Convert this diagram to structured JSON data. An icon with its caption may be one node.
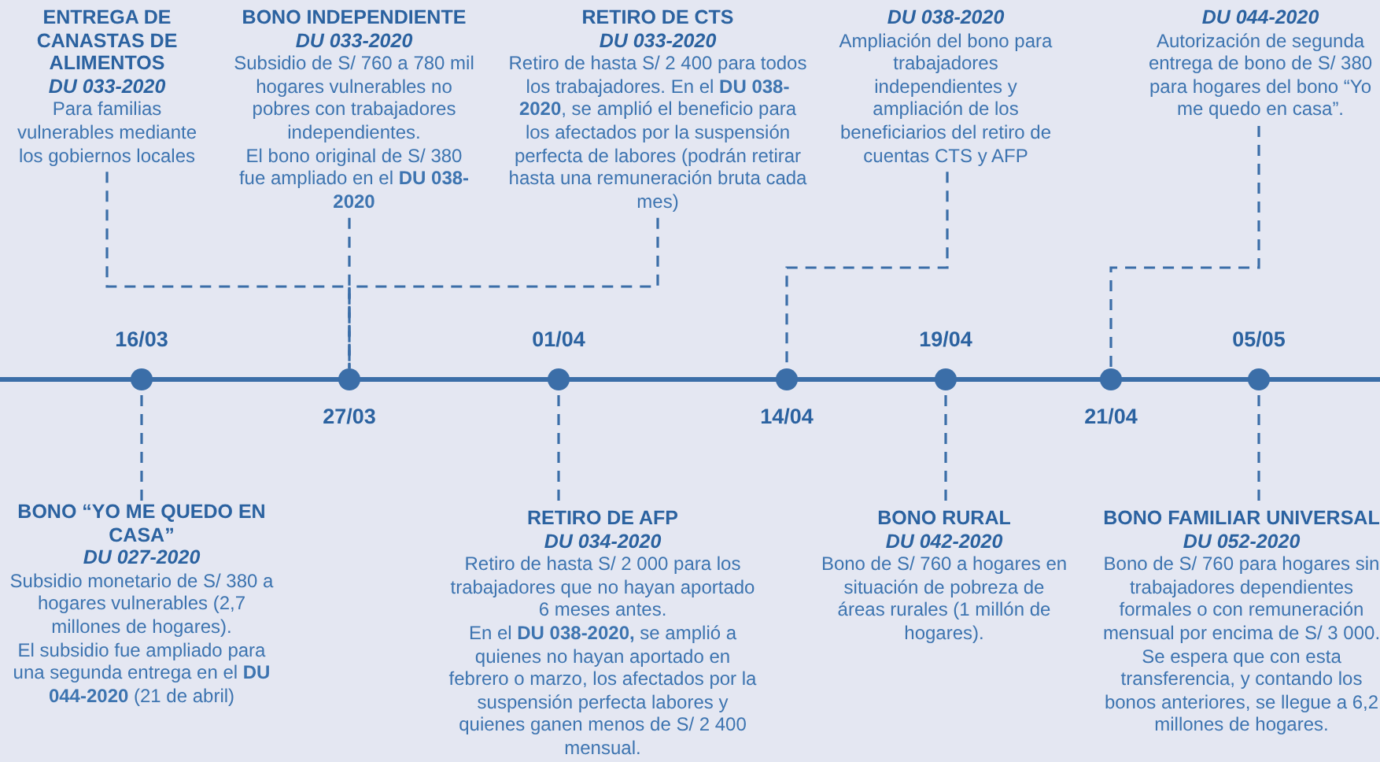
{
  "diagram": {
    "nodes": [
      {
        "text": [
          "ENTREGA DE CANASTAS DE ALIMENTOS",
          "DU 033-2020",
          "Para familias vulnerables mediante los gobiernos locales"
        ]
      },
      {
        "text": [
          "BONO INDEPENDIENTE",
          "DU 033-2020",
          "Subsidio de S/ 760 a 780 mil hogares vulnerables no pobres con trabajadores independientes.",
          "El bono original de S/ 380 fue ampliado en el **DU 038-2020**"
        ]
      },
      {
        "text": [
          "RETIRO DE CTS",
          "DU 033-2020",
          "Retiro de hasta S/ 2 400 para todos los trabajadores. En el **DU 038-2020**, se amplió el beneficio para los afectados por la suspensión perfecta de labores (podrán retirar hasta una remuneración bruta cada mes)"
        ]
      },
      {
        "text": [
          "DU 038-2020",
          "Ampliación del bono para trabajadores independientes y ampliación de los beneficiarios del retiro de cuentas CTS y AFP"
        ]
      },
      {
        "text": [
          "DU 044-2020",
          "Autorización de segunda entrega de bono de S/ 380 para hogares del bono “Yo me quedo en casa”."
        ]
      },
      {
        "text": [],
        "shape": "circle",
        "beside": [
          "16/03"
        ]
      },
      {
        "text": [],
        "shape": "circle",
        "beside": [
          "27/03"
        ]
      },
      {
        "text": [],
        "shape": "circle",
        "beside": [
          "01/04"
        ]
      },
      {
        "text": [],
        "shape": "circle",
        "beside": [
          "14/04"
        ]
      },
      {
        "text": [],
        "shape": "circle",
        "beside": [
          "19/04"
        ]
      },
      {
        "text": [],
        "shape": "circle",
        "beside": [
          "21/04"
        ]
      },
      {
        "text": [],
        "shape": "circle",
        "beside": [
          "05/05"
        ]
      },
      {
        "text": [
          "BONO “YO ME QUEDO EN CASA”",
          "DU 027-2020",
          "Subsidio monetario de S/ 380 a hogares vulnerables (2,7 millones de hogares).",
          "El subsidio fue ampliado para una segunda entrega en el **DU 044-2020** (21 de abril)"
        ]
      },
      {
        "text": [
          "RETIRO DE AFP",
          "DU 034-2020",
          "Retiro de hasta S/ 2 000 para los trabajadores que no hayan aportado 6 meses antes.",
          "En el **DU 038-2020,** se amplió a quienes no hayan aportado en febrero o marzo, los afectados por la suspensión perfecta labores y quienes ganen menos de S/ 2 400 mensual."
        ]
      },
      {
        "text": [
          "BONO RURAL",
          "DU 042-2020",
          "Bono de S/ 760 a hogares en situación de pobreza de áreas rurales (1 millón de hogares)."
        ]
      },
      {
        "text": [
          "BONO FAMILIAR UNIVERSAL",
          "DU 052-2020",
          "Bono de S/ 760 para hogares sin trabajadores dependientes formales o con remuneración mensual por encima de S/ 3 000. Se espera que con esta transferencia, y contando los bonos anteriores, se llegue a 6,2 millones de hogares."
        ]
      }
    ],
    "edges": [
      {
        "from": 0,
        "to": 6,
        "arrow": "none",
        "style": "dashed"
      },
      {
        "from": 1,
        "to": 6,
        "arrow": "none",
        "style": "dashed"
      },
      {
        "from": 2,
        "to": 6,
        "arrow": "none",
        "style": "dashed"
      },
      {
        "from": 3,
        "to": 8,
        "arrow": "none",
        "style": "dashed"
      },
      {
        "from": 4,
        "to": 10,
        "arrow": "none",
        "style": "dashed"
      },
      {
        "from": 5,
        "to": 12,
        "arrow": "none",
        "style": "dashed"
      },
      {
        "from": 7,
        "to": 13,
        "arrow": "none",
        "style": "dashed"
      },
      {
        "from": 9,
        "to": 14,
        "arrow": "none",
        "style": "dashed"
      },
      {
        "from": 11,
        "to": 15,
        "arrow": "none",
        "style": "dashed"
      }
    ]
  }
}
